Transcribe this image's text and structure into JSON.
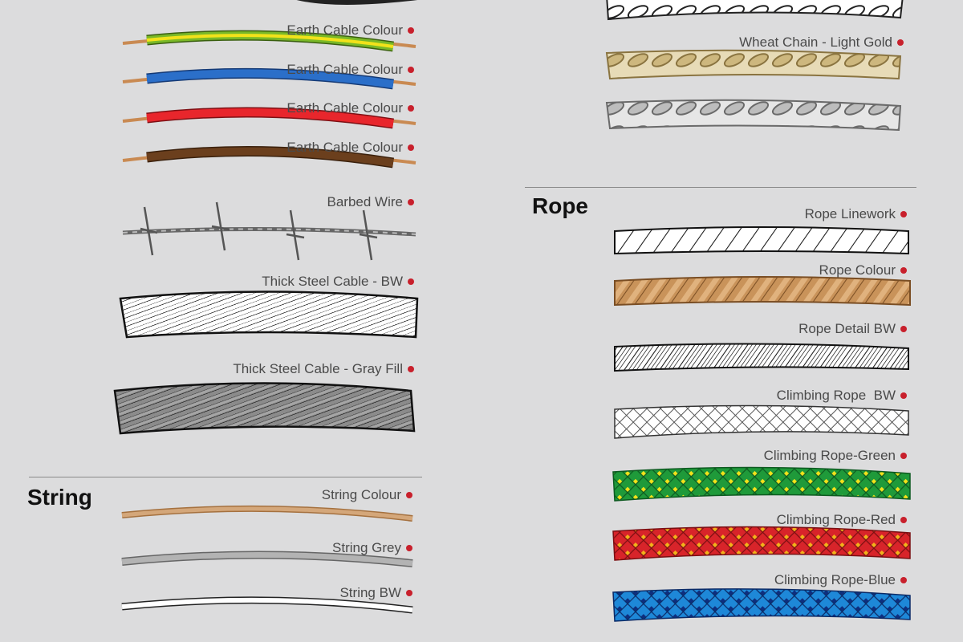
{
  "colors": {
    "background": "#dcdcdd",
    "marker": "#c8202c",
    "earth_green": "#79b828",
    "earth_yellow": "#f2e21a",
    "wire_blue": "#2b6fc9",
    "wire_red": "#e8262c",
    "wire_brown": "#6b3f1d",
    "copper": "#c98a52",
    "rope_tan": "#c9935a",
    "gold": "#d9c9a0"
  },
  "left": {
    "earth_labels": [
      "Earth Cable Colour",
      "Earth Cable Colour",
      "Earth Cable Colour",
      "Earth Cable Colour"
    ],
    "barbed_wire": "Barbed Wire",
    "steel_bw": "Thick Steel Cable - BW",
    "steel_gray": "Thick Steel Cable - Gray Fill"
  },
  "string_section": {
    "heading": "String",
    "items": [
      "String Colour",
      "String Grey",
      "String BW"
    ]
  },
  "chain_section": {
    "light_gold": "Wheat Chain - Light Gold"
  },
  "rope_section": {
    "heading": "Rope",
    "items": [
      "Rope Linework",
      "Rope Colour",
      "Rope Detail BW",
      "Climbing Rope  BW",
      "Climbing Rope-Green",
      "Climbing Rope-Red",
      "Climbing Rope-Blue"
    ]
  }
}
